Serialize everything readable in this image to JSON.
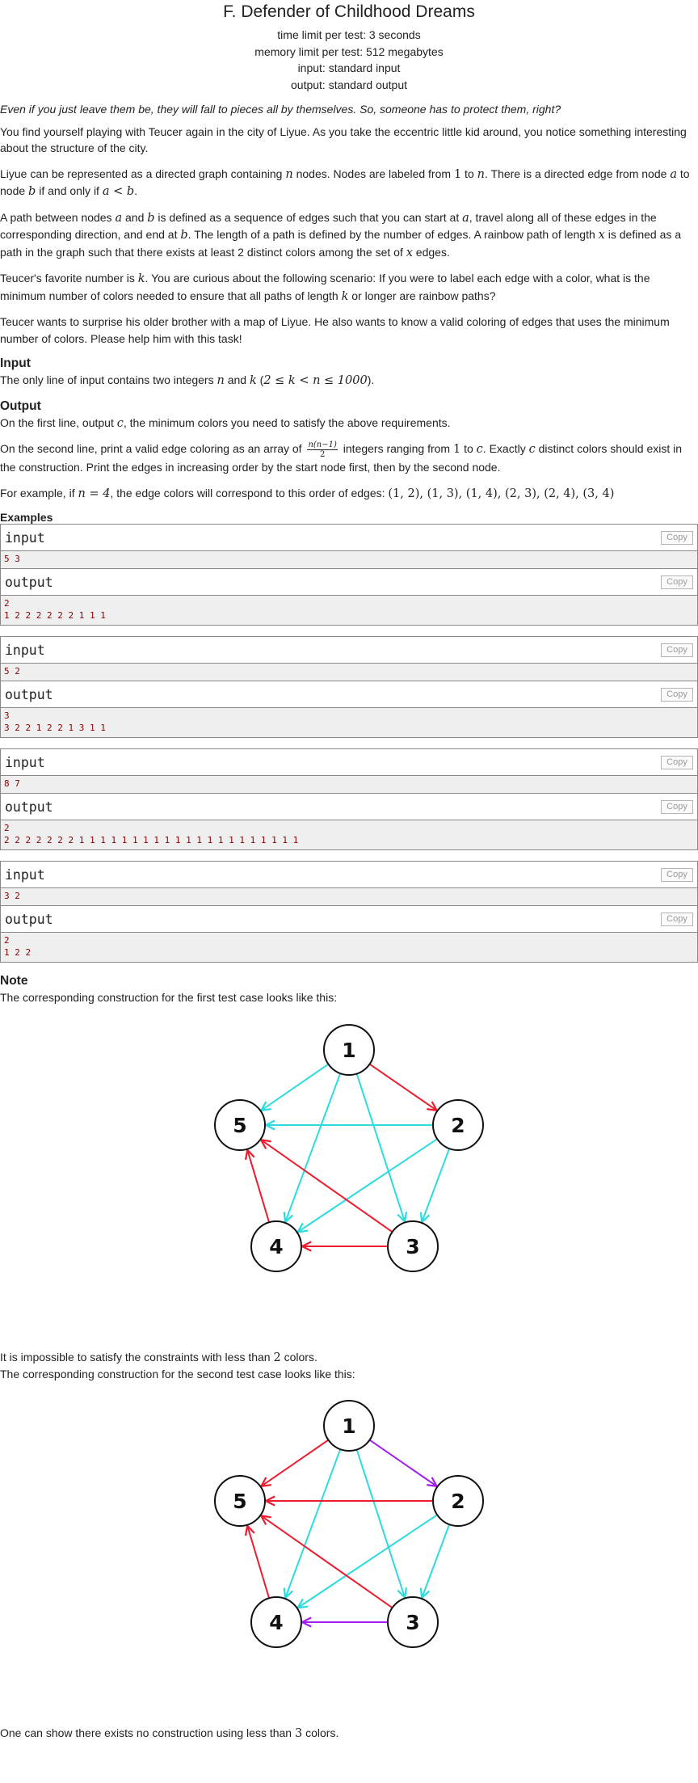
{
  "title": "F. Defender of Childhood Dreams",
  "meta": {
    "time_limit": "time limit per test: 3 seconds",
    "memory_limit": "memory limit per test: 512 megabytes",
    "input": "input: standard input",
    "output": "output: standard output"
  },
  "legend": "Even if you just leave them be, they will fall to pieces all by themselves. So, someone has to protect them, right?",
  "statement": {
    "p1": "You find yourself playing with Teucer again in the city of Liyue. As you take the eccentric little kid around, you notice something interesting about the structure of the city.",
    "p2a": "Liyue can be represented as a directed graph containing ",
    "p2b": " nodes. Nodes are labeled from ",
    "p2c": " to ",
    "p2d": ". There is a directed edge from node ",
    "p2e": " to node ",
    "p2f": " if and only if ",
    "p2g": ".",
    "p3a": "A path between nodes ",
    "p3b": " and ",
    "p3c": " is defined as a sequence of edges such that you can start at ",
    "p3d": ", travel along all of these edges in the corresponding direction, and end at ",
    "p3e": ". The length of a path is defined by the number of edges. A rainbow path of length ",
    "p3f": " is defined as a path in the graph such that there exists at least 2 distinct colors among the set of ",
    "p3g": " edges.",
    "p4a": "Teucer's favorite number is ",
    "p4b": ". You are curious about the following scenario: If you were to label each edge with a color, what is the minimum number of colors needed to ensure that all paths of length ",
    "p4c": " or longer are rainbow paths?",
    "p5": "Teucer wants to surprise his older brother with a map of Liyue. He also wants to know a valid coloring of edges that uses the minimum number of colors. Please help him with this task!"
  },
  "input_section": {
    "title": "Input",
    "text_a": "The only line of input contains two integers ",
    "text_b": " and ",
    "text_c": " (",
    "text_d": ")."
  },
  "output_section": {
    "title": "Output",
    "p1a": "On the first line, output ",
    "p1b": ", the minimum colors you need to satisfy the above requirements.",
    "p2a": "On the second line, print a valid edge coloring as an array of ",
    "p2b": " integers ranging from ",
    "p2c": " to ",
    "p2d": ". Exactly ",
    "p2e": " distinct colors should exist in the construction. Print the edges in increasing order by the start node first, then by the second node.",
    "p3a": "For example, if ",
    "p3b": ", the edge colors will correspond to this order of edges: ",
    "p3c": "(1, 2), (1, 3), (1, 4), (2, 3), (2, 4), (3, 4)"
  },
  "math": {
    "n": "n",
    "one": "1",
    "a": "a",
    "b": "b",
    "a_lt_b": "a < b",
    "x": "x",
    "k": "k",
    "constraint": "2 ≤ k < n ≤ 1000",
    "c": "c",
    "frac_num": "n(n−1)",
    "frac_den": "2",
    "n_eq_4": "n = 4"
  },
  "examples": {
    "title": "Examples",
    "input_label": "input",
    "output_label": "output",
    "copy_label": "Copy",
    "items": [
      {
        "input": "5 3",
        "output": "2\n1 2 2 2 2 2 2 1 1 1"
      },
      {
        "input": "5 2",
        "output": "3\n3 2 2 1 2 2 1 3 1 1"
      },
      {
        "input": "8 7",
        "output": "2\n2 2 2 2 2 2 2 1 1 1 1 1 1 1 1 1 1 1 1 1 1 1 1 1 1 1 1 1"
      },
      {
        "input": "3 2",
        "output": "2\n1 2 2"
      }
    ]
  },
  "note": {
    "title": "Note",
    "caption1": "The corresponding construction for the first test case looks like this:",
    "after1a": "It is impossible to satisfy the constraints with less than ",
    "after1b": "2",
    "after1c": " colors.",
    "caption2": "The corresponding construction for the second test case looks like this:",
    "after2a": "One can show there exists no construction using less than ",
    "after2b": "3",
    "after2c": " colors."
  },
  "graphs": [
    {
      "nodes": [
        "1",
        "2",
        "3",
        "4",
        "5"
      ],
      "edges": [
        {
          "from": "1",
          "to": "2",
          "color": "#ee1c2e"
        },
        {
          "from": "1",
          "to": "3",
          "color": "#2bdbe0"
        },
        {
          "from": "1",
          "to": "4",
          "color": "#2bdbe0"
        },
        {
          "from": "1",
          "to": "5",
          "color": "#2bdbe0"
        },
        {
          "from": "2",
          "to": "3",
          "color": "#2bdbe0"
        },
        {
          "from": "2",
          "to": "4",
          "color": "#2bdbe0"
        },
        {
          "from": "2",
          "to": "5",
          "color": "#2bdbe0"
        },
        {
          "from": "3",
          "to": "4",
          "color": "#ee1c2e"
        },
        {
          "from": "3",
          "to": "5",
          "color": "#ee1c2e"
        },
        {
          "from": "4",
          "to": "5",
          "color": "#ee1c2e"
        }
      ]
    },
    {
      "nodes": [
        "1",
        "2",
        "3",
        "4",
        "5"
      ],
      "edges": [
        {
          "from": "1",
          "to": "2",
          "color": "#a31cf0"
        },
        {
          "from": "1",
          "to": "3",
          "color": "#2bdbe0"
        },
        {
          "from": "1",
          "to": "4",
          "color": "#2bdbe0"
        },
        {
          "from": "1",
          "to": "5",
          "color": "#ee1c2e"
        },
        {
          "from": "2",
          "to": "3",
          "color": "#2bdbe0"
        },
        {
          "from": "2",
          "to": "4",
          "color": "#2bdbe0"
        },
        {
          "from": "2",
          "to": "5",
          "color": "#ee1c2e"
        },
        {
          "from": "3",
          "to": "4",
          "color": "#a31cf0"
        },
        {
          "from": "3",
          "to": "5",
          "color": "#ee1c2e"
        },
        {
          "from": "4",
          "to": "5",
          "color": "#ee1c2e"
        }
      ]
    }
  ]
}
